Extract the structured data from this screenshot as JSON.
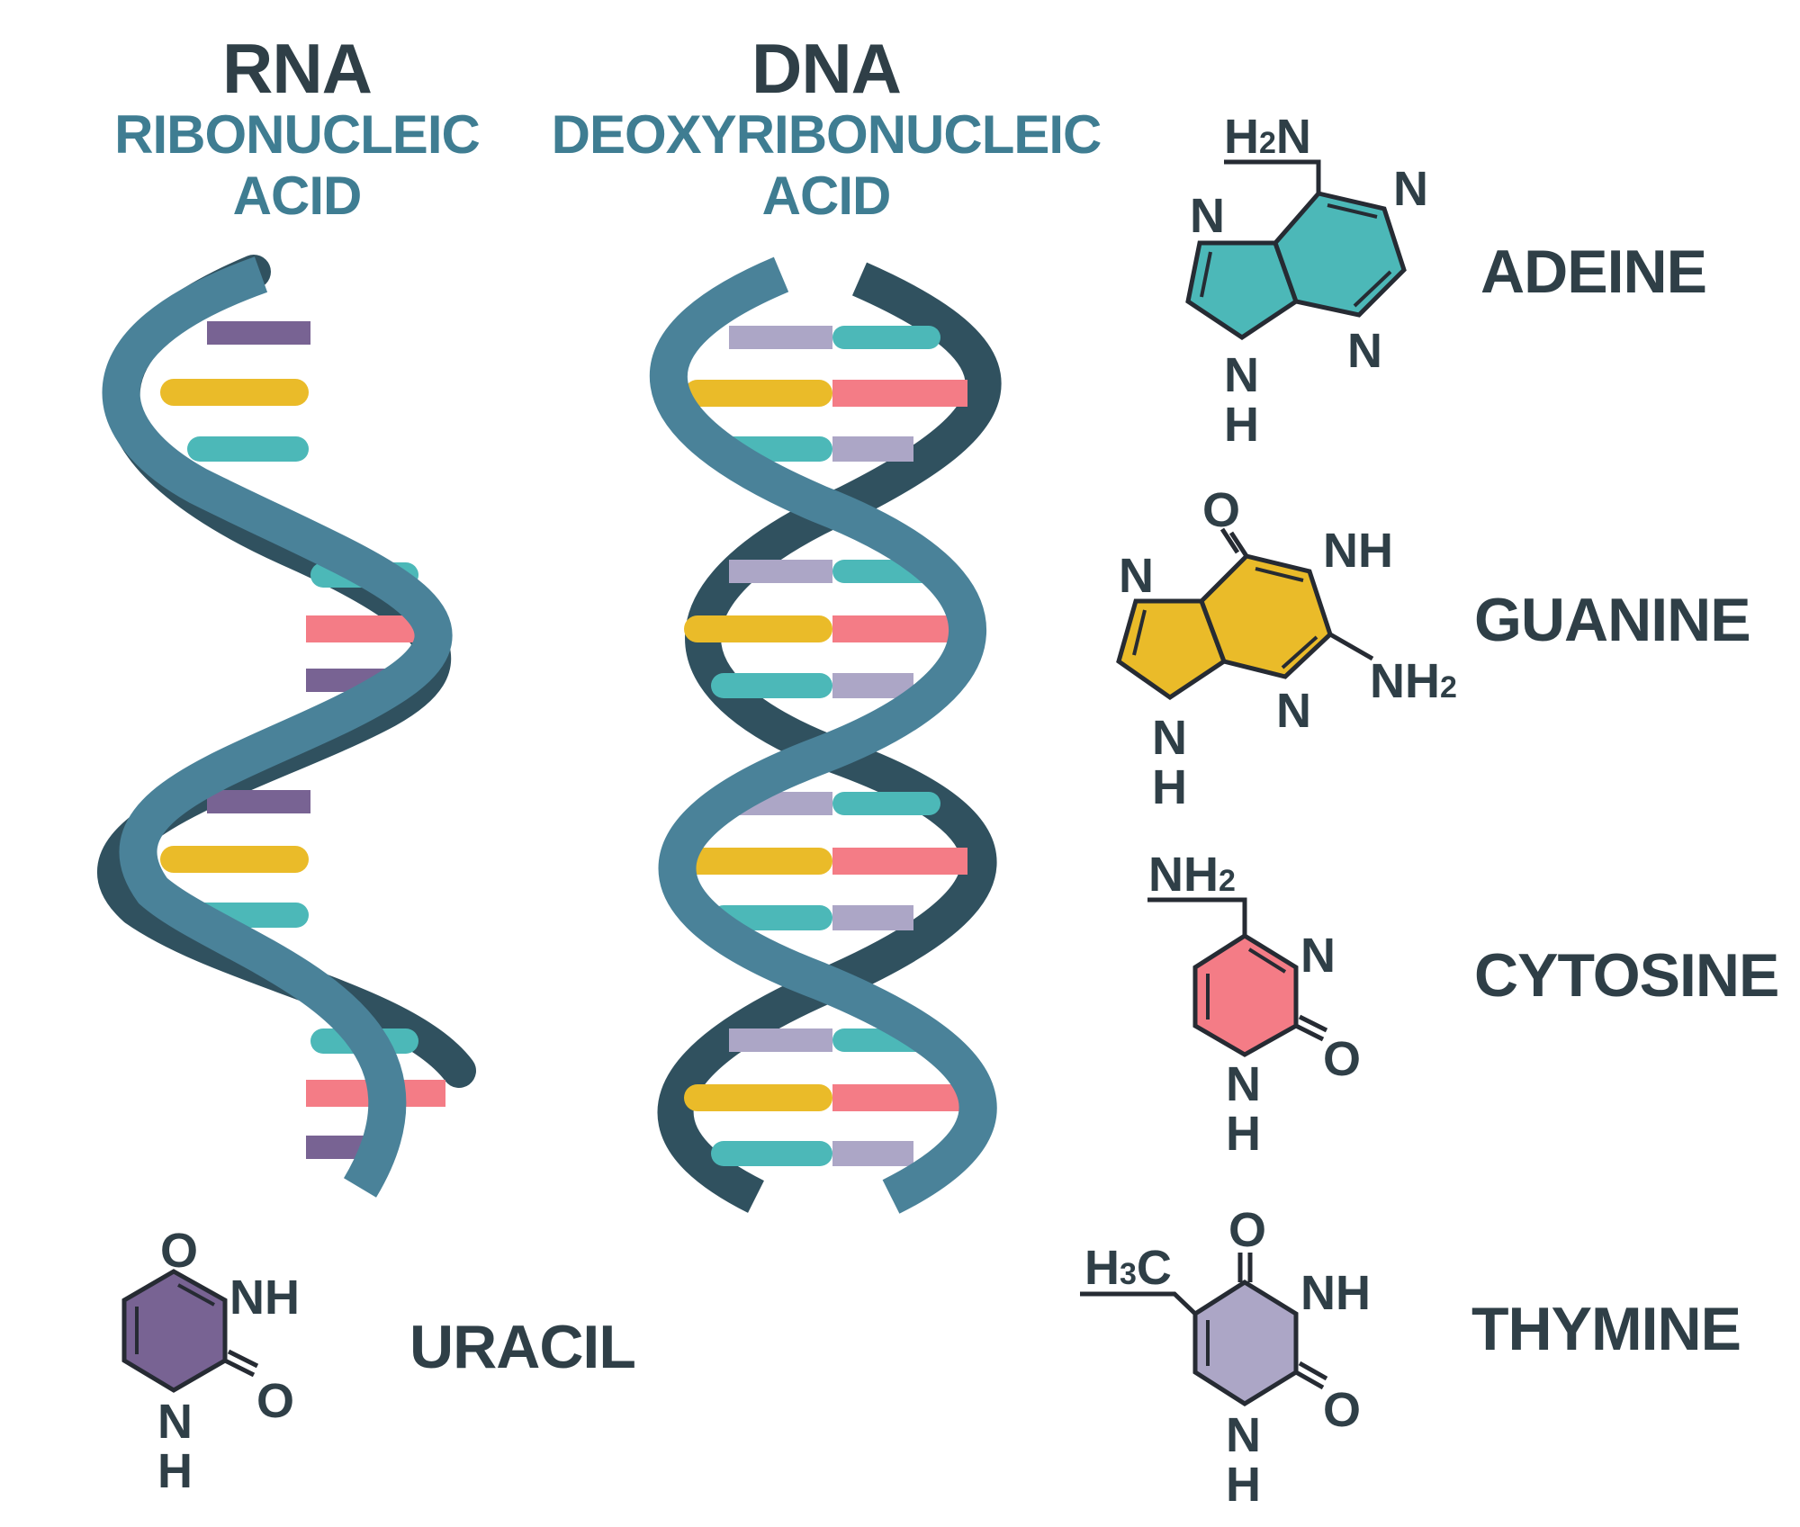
{
  "rna": {
    "title": "RNA",
    "subtitle_line1": "RIBONUCLEIC",
    "subtitle_line2": "ACID"
  },
  "dna": {
    "title": "DNA",
    "subtitle_line1": "DEOXYRIBONUCLEIC",
    "subtitle_line2": "ACID"
  },
  "bases": {
    "adenine": {
      "name": "ADEINE",
      "color": "#4cb8b8",
      "atoms": {
        "amine": "H2N",
        "n1": "N",
        "n3": "N",
        "n5": "N",
        "n_bottom": "N",
        "h_bottom": "H"
      }
    },
    "guanine": {
      "name": "GUANINE",
      "color": "#eabb29",
      "atoms": {
        "o": "O",
        "nh": "NH",
        "n5": "N",
        "n3": "N",
        "amine": "NH2",
        "n_bottom": "N",
        "h_bottom": "H"
      }
    },
    "cytosine": {
      "name": "CYTOSINE",
      "color": "#f47c86",
      "atoms": {
        "amine": "NH2",
        "n": "N",
        "o": "O",
        "n_bottom": "N",
        "h_bottom": "H"
      }
    },
    "thymine": {
      "name": "THYMINE",
      "color": "#aca6c6",
      "atoms": {
        "methyl": "H3C",
        "o_top": "O",
        "nh": "NH",
        "o": "O",
        "n_bottom": "N",
        "h_bottom": "H"
      }
    },
    "uracil": {
      "name": "URACIL",
      "color": "#786393",
      "atoms": {
        "o_top": "O",
        "nh": "NH",
        "o": "O",
        "n_bottom": "N",
        "h_bottom": "H"
      }
    }
  },
  "colors": {
    "text_dark": "#2f3f47",
    "text_blue": "#3f7d92",
    "strand_front": "#4a8299",
    "strand_back": "#30515f",
    "bond": "#262b33"
  }
}
